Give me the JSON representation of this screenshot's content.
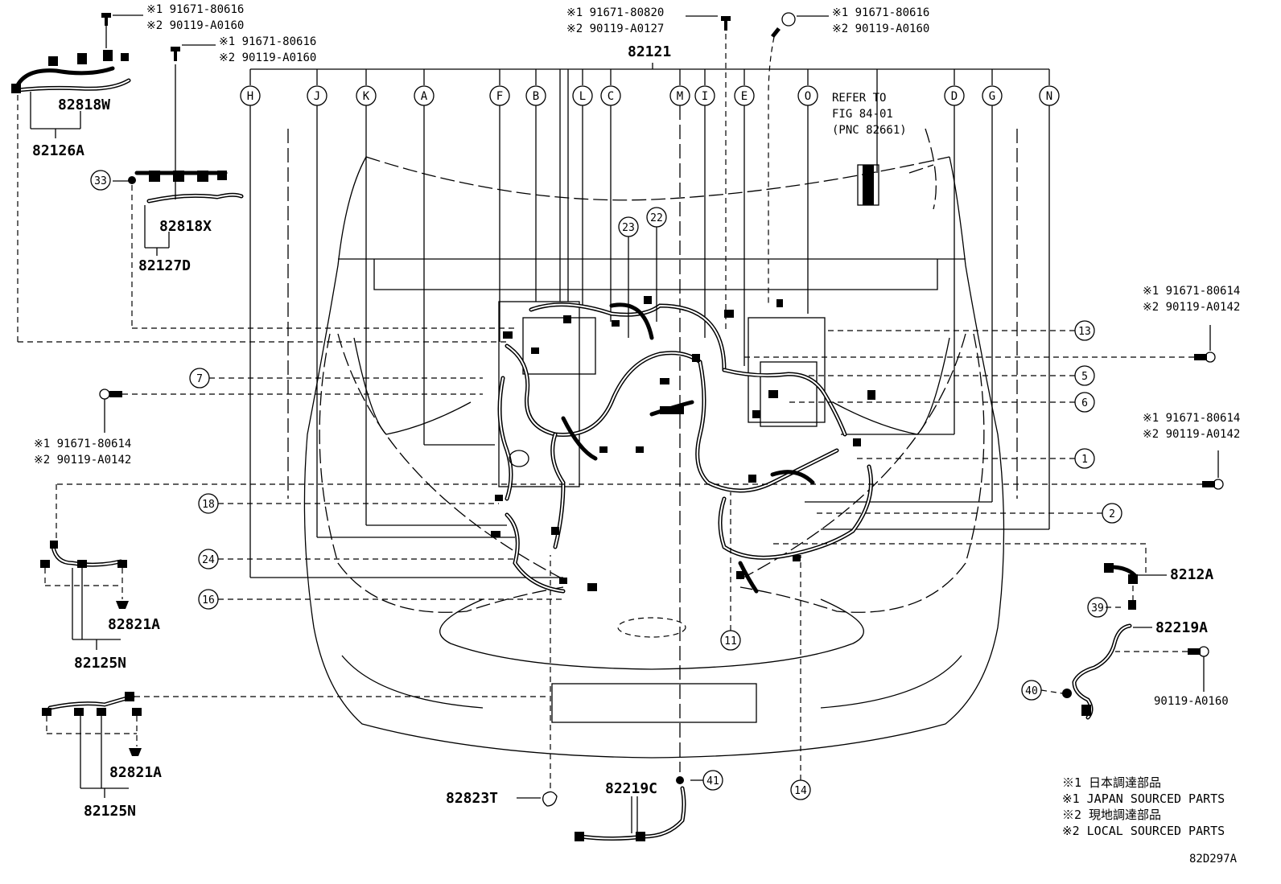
{
  "diagram_code": "82D297A",
  "letter_callouts": [
    "H",
    "J",
    "K",
    "A",
    "F",
    "B",
    "L",
    "C",
    "M",
    "I",
    "E",
    "O",
    "D",
    "G",
    "N"
  ],
  "number_callouts": [
    "33",
    "23",
    "22",
    "13",
    "7",
    "5",
    "6",
    "1",
    "18",
    "2",
    "24",
    "16",
    "11",
    "14",
    "39",
    "40",
    "41"
  ],
  "parts": {
    "p82121": "82121",
    "p82818W": "82818W",
    "p82126A": "82126A",
    "p82818X": "82818X",
    "p82127D": "82127D",
    "p82821A_1": "82821A",
    "p82125N_1": "82125N",
    "p82821A_2": "82821A",
    "p82125N_2": "82125N",
    "p82823T": "82823T",
    "p82219C": "82219C",
    "p8212A": "8212A",
    "p82219A": "82219A",
    "p90119_A0160": "90119-A0160"
  },
  "bolts": {
    "b1": {
      "l1": "※1 91671-80616",
      "l2": "※2 90119-A0160"
    },
    "b2": {
      "l1": "※1 91671-80616",
      "l2": "※2 90119-A0160"
    },
    "b3": {
      "l1": "※1 91671-80820",
      "l2": "※2 90119-A0127"
    },
    "b4": {
      "l1": "※1 91671-80616",
      "l2": "※2 90119-A0160"
    },
    "b5": {
      "l1": "※1 91671-80614",
      "l2": "※2 90119-A0142"
    },
    "b6": {
      "l1": "※1 91671-80614",
      "l2": "※2 90119-A0142"
    },
    "b7": {
      "l1": "※1 91671-80614",
      "l2": "※2 90119-A0142"
    }
  },
  "refer": {
    "l1": "REFER TO",
    "l2": "FIG 84-01",
    "l3": "(PNC 82661)"
  },
  "legend": [
    "※1 日本調達部品",
    "※1 JAPAN SOURCED PARTS",
    "※2 現地調達部品",
    "※2 LOCAL SOURCED PARTS"
  ]
}
